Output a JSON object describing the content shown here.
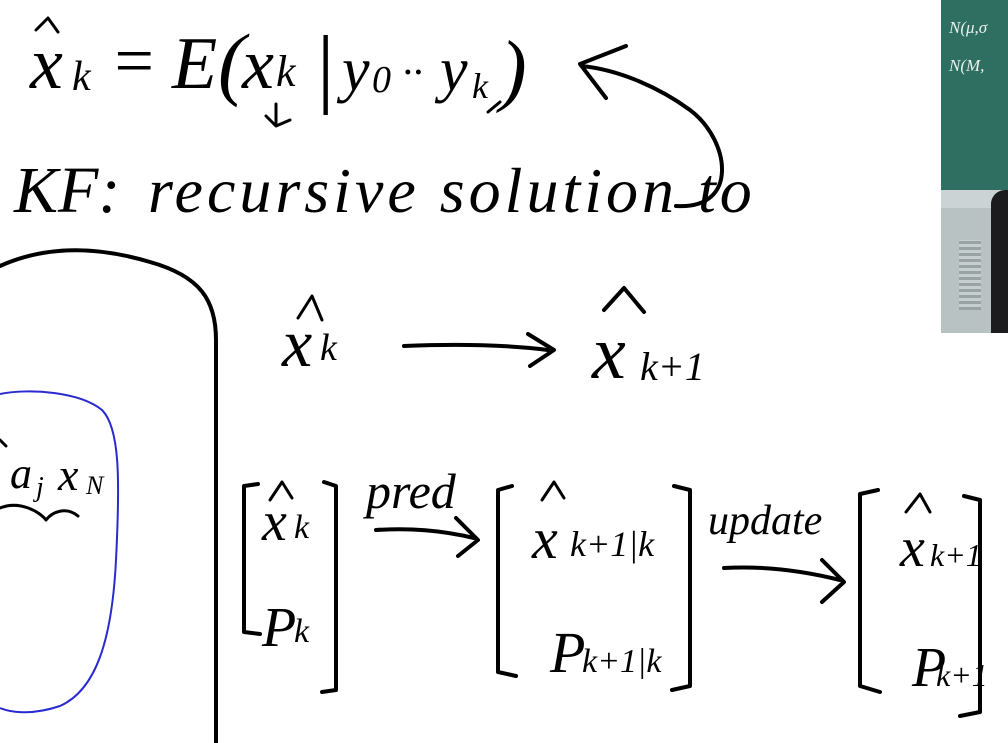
{
  "board": {
    "line1": {
      "lhs_symbol": "x",
      "lhs_subscript": "k",
      "equals": "=",
      "expectation": "E",
      "open_paren": "(",
      "arg_symbol": "x",
      "arg_subscript": "k",
      "given_bar": "|",
      "obs_first": "y",
      "obs_first_subscript": "0",
      "ellipsis": "··",
      "obs_last": "y",
      "obs_last_subscript": "k",
      "close_paren": ")"
    },
    "line2": {
      "prefix": "KF:",
      "text": "recursive solution to"
    },
    "recursion": {
      "from_symbol": "x",
      "from_subscript": "k",
      "to_symbol": "x",
      "to_subscript": "k+1"
    },
    "pipeline": {
      "stage1": {
        "top": "x",
        "top_subscript": "k",
        "bottom": "P",
        "bottom_subscript": "k"
      },
      "arrow1_label": "pred",
      "stage2": {
        "top": "x",
        "top_subscript": "k+1|k",
        "bottom": "P",
        "bottom_subscript": "k+1|k"
      },
      "arrow2_label": "update",
      "stage3": {
        "top": "x",
        "top_subscript": "k+1",
        "bottom": "P",
        "bottom_subscript": "k+1"
      }
    },
    "left_panel": {
      "fragment_a": "a",
      "fragment_a_subscript": "j",
      "fragment_b": "x",
      "fragment_b_subscript": "N"
    }
  },
  "camera": {
    "chalk_line1": "N(μ,σ",
    "chalk_line2": "N(M,"
  },
  "colors": {
    "ink": "#000000",
    "highlight": "#2a2ad0",
    "chalkboard": "#2f6f62"
  }
}
